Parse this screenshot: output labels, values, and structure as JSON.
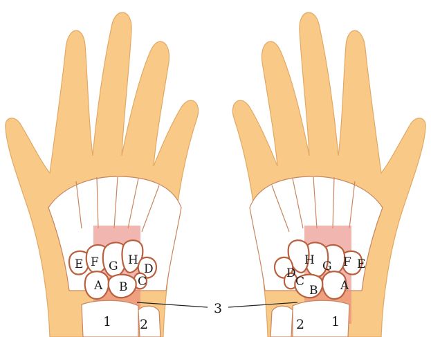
{
  "labels": {
    "a": "A",
    "b": "B",
    "c": "C",
    "d": "D",
    "e": "E",
    "f": "F",
    "g": "G",
    "h": "H",
    "one": "1",
    "two": "2",
    "three": "3"
  },
  "colors": {
    "skin": "#F8C987",
    "skin_outline": "#E3A863",
    "bone_outline": "#C98560",
    "carpal_outline": "#B9603E",
    "highlight": "#E8857A"
  }
}
